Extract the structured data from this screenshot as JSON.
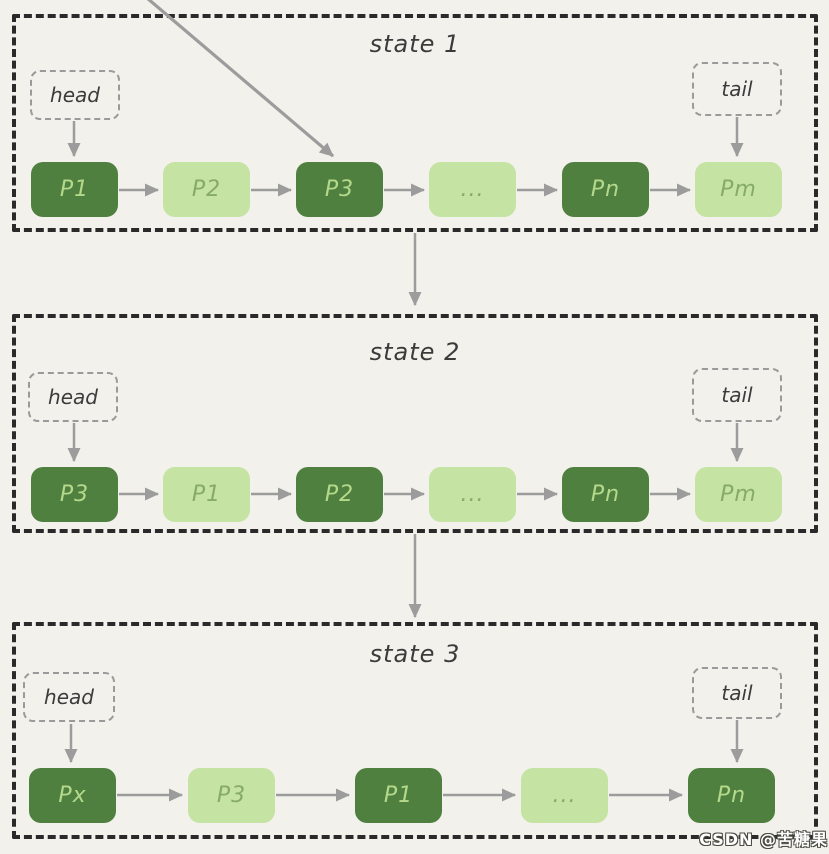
{
  "colors": {
    "background": "#f2f1ec",
    "state_border": "#2a2a2a",
    "title_text": "#3b3b3b",
    "pointer_border": "#9a9a9a",
    "pointer_text": "#3b3b3b",
    "node_dark_bg": "#4f8040",
    "node_dark_text": "#b5d98a",
    "node_light_bg": "#c5e3a2",
    "node_light_text": "#86ab68",
    "arrow": "#9c9c9c",
    "watermark_text": "#ffffff",
    "watermark_outline": "#4a4a42"
  },
  "states": [
    {
      "title": "state 1",
      "head_label": "head",
      "tail_label": "tail",
      "nodes": [
        {
          "label": "P1",
          "variant": "dark"
        },
        {
          "label": "P2",
          "variant": "light"
        },
        {
          "label": "P3",
          "variant": "dark"
        },
        {
          "label": "...",
          "variant": "light"
        },
        {
          "label": "Pn",
          "variant": "dark"
        },
        {
          "label": "Pm",
          "variant": "light"
        }
      ]
    },
    {
      "title": "state 2",
      "head_label": "head",
      "tail_label": "tail",
      "nodes": [
        {
          "label": "P3",
          "variant": "dark"
        },
        {
          "label": "P1",
          "variant": "light"
        },
        {
          "label": "P2",
          "variant": "dark"
        },
        {
          "label": "...",
          "variant": "light"
        },
        {
          "label": "Pn",
          "variant": "dark"
        },
        {
          "label": "Pm",
          "variant": "light"
        }
      ]
    },
    {
      "title": "state 3",
      "head_label": "head",
      "tail_label": "tail",
      "nodes": [
        {
          "label": "Px",
          "variant": "dark"
        },
        {
          "label": "P3",
          "variant": "light"
        },
        {
          "label": "P1",
          "variant": "dark"
        },
        {
          "label": "...",
          "variant": "light"
        },
        {
          "label": "Pn",
          "variant": "dark"
        }
      ]
    }
  ],
  "watermark": "CSDN @苦糖果"
}
